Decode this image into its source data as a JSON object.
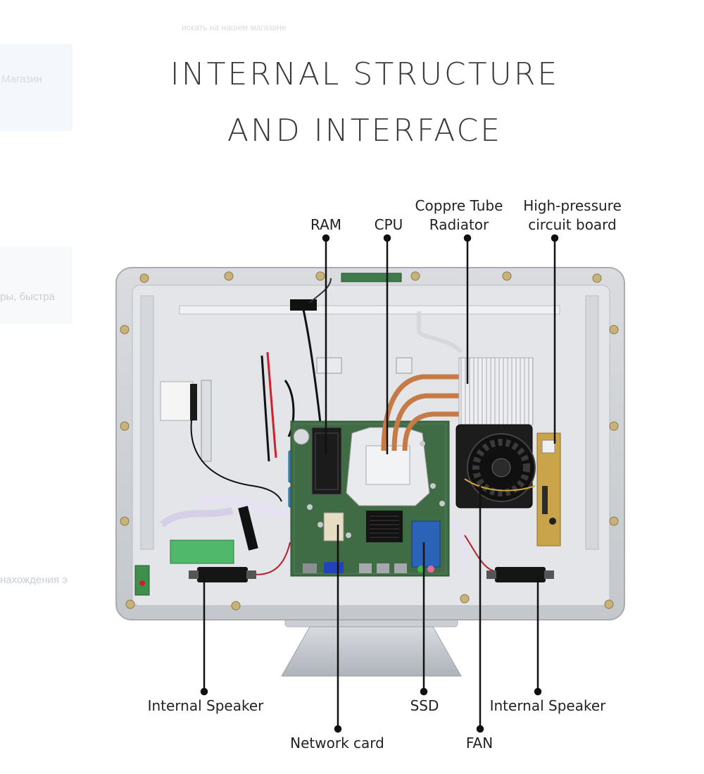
{
  "background_page": {
    "search_hint": "искать на нашем магазине",
    "nav_item": "Магазин",
    "side_text": "ры, быстра",
    "side_text_2": "нахождения э"
  },
  "title": {
    "line1": "INTERNAL STRUCTURE",
    "line2": "AND INTERFACE"
  },
  "callouts": {
    "ram": "RAM",
    "cpu": "CPU",
    "copper_tube_line1": "Coppre Tube",
    "copper_tube_line2": "Radiator",
    "high_pressure_line1": "High-pressure",
    "high_pressure_line2": "circuit board",
    "internal_speaker_left": "Internal Speaker",
    "network_card": "Network card",
    "ssd": "SSD",
    "fan": "FAN",
    "internal_speaker_right": "Internal Speaker"
  },
  "colors": {
    "bezel": "#cfd2d6",
    "back_panel": "#e2e4e7",
    "motherboard": "#3f6b45",
    "heatsink": "#e9ebee",
    "copper": "#c67a45",
    "fan": "#1c1c1c",
    "leader_line": "#111111"
  }
}
